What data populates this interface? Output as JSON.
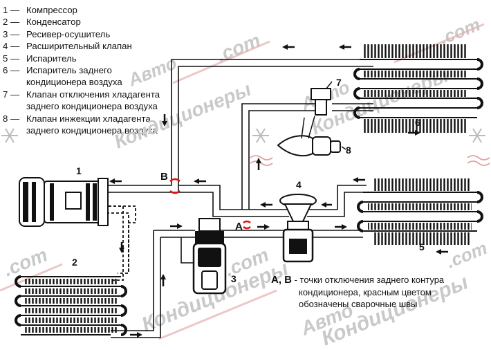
{
  "legend": [
    {
      "num": "1",
      "text": "Компрессор"
    },
    {
      "num": "2",
      "text": "Конденсатор"
    },
    {
      "num": "3",
      "text": "Ресивер-осушитель"
    },
    {
      "num": "4",
      "text": "Расширительный клапан"
    },
    {
      "num": "5",
      "text": "Испаритель"
    },
    {
      "num": "6",
      "text": "Испаритель заднего кондиционера воздуха"
    },
    {
      "num": "7",
      "text": "Клапан отключения хладагента заднего кондиционера воздуха"
    },
    {
      "num": "8",
      "text": "Клапан инжекции хладагента заднего кондиционера воздуха"
    }
  ],
  "legend_dash": "—",
  "labels": {
    "c1": "1",
    "c2": "2",
    "c3": "3",
    "c4": "4",
    "c5": "5",
    "c6": "6",
    "c7": "7",
    "c8": "8",
    "A": "A",
    "B": "B"
  },
  "note": {
    "letters": "A, B",
    "line1": " - точки отключения заднего контура",
    "line2": "кондиционера, красным цветом",
    "line3": "обозначены сварочные швы"
  },
  "watermark": {
    "line1": "Авто",
    "line2": "Кондиционеры",
    "line3": ".com"
  },
  "colors": {
    "line": "#111111",
    "weld": "#e01010",
    "watermark": "#c8c8c8",
    "snowflake": "#bbbbbb"
  }
}
